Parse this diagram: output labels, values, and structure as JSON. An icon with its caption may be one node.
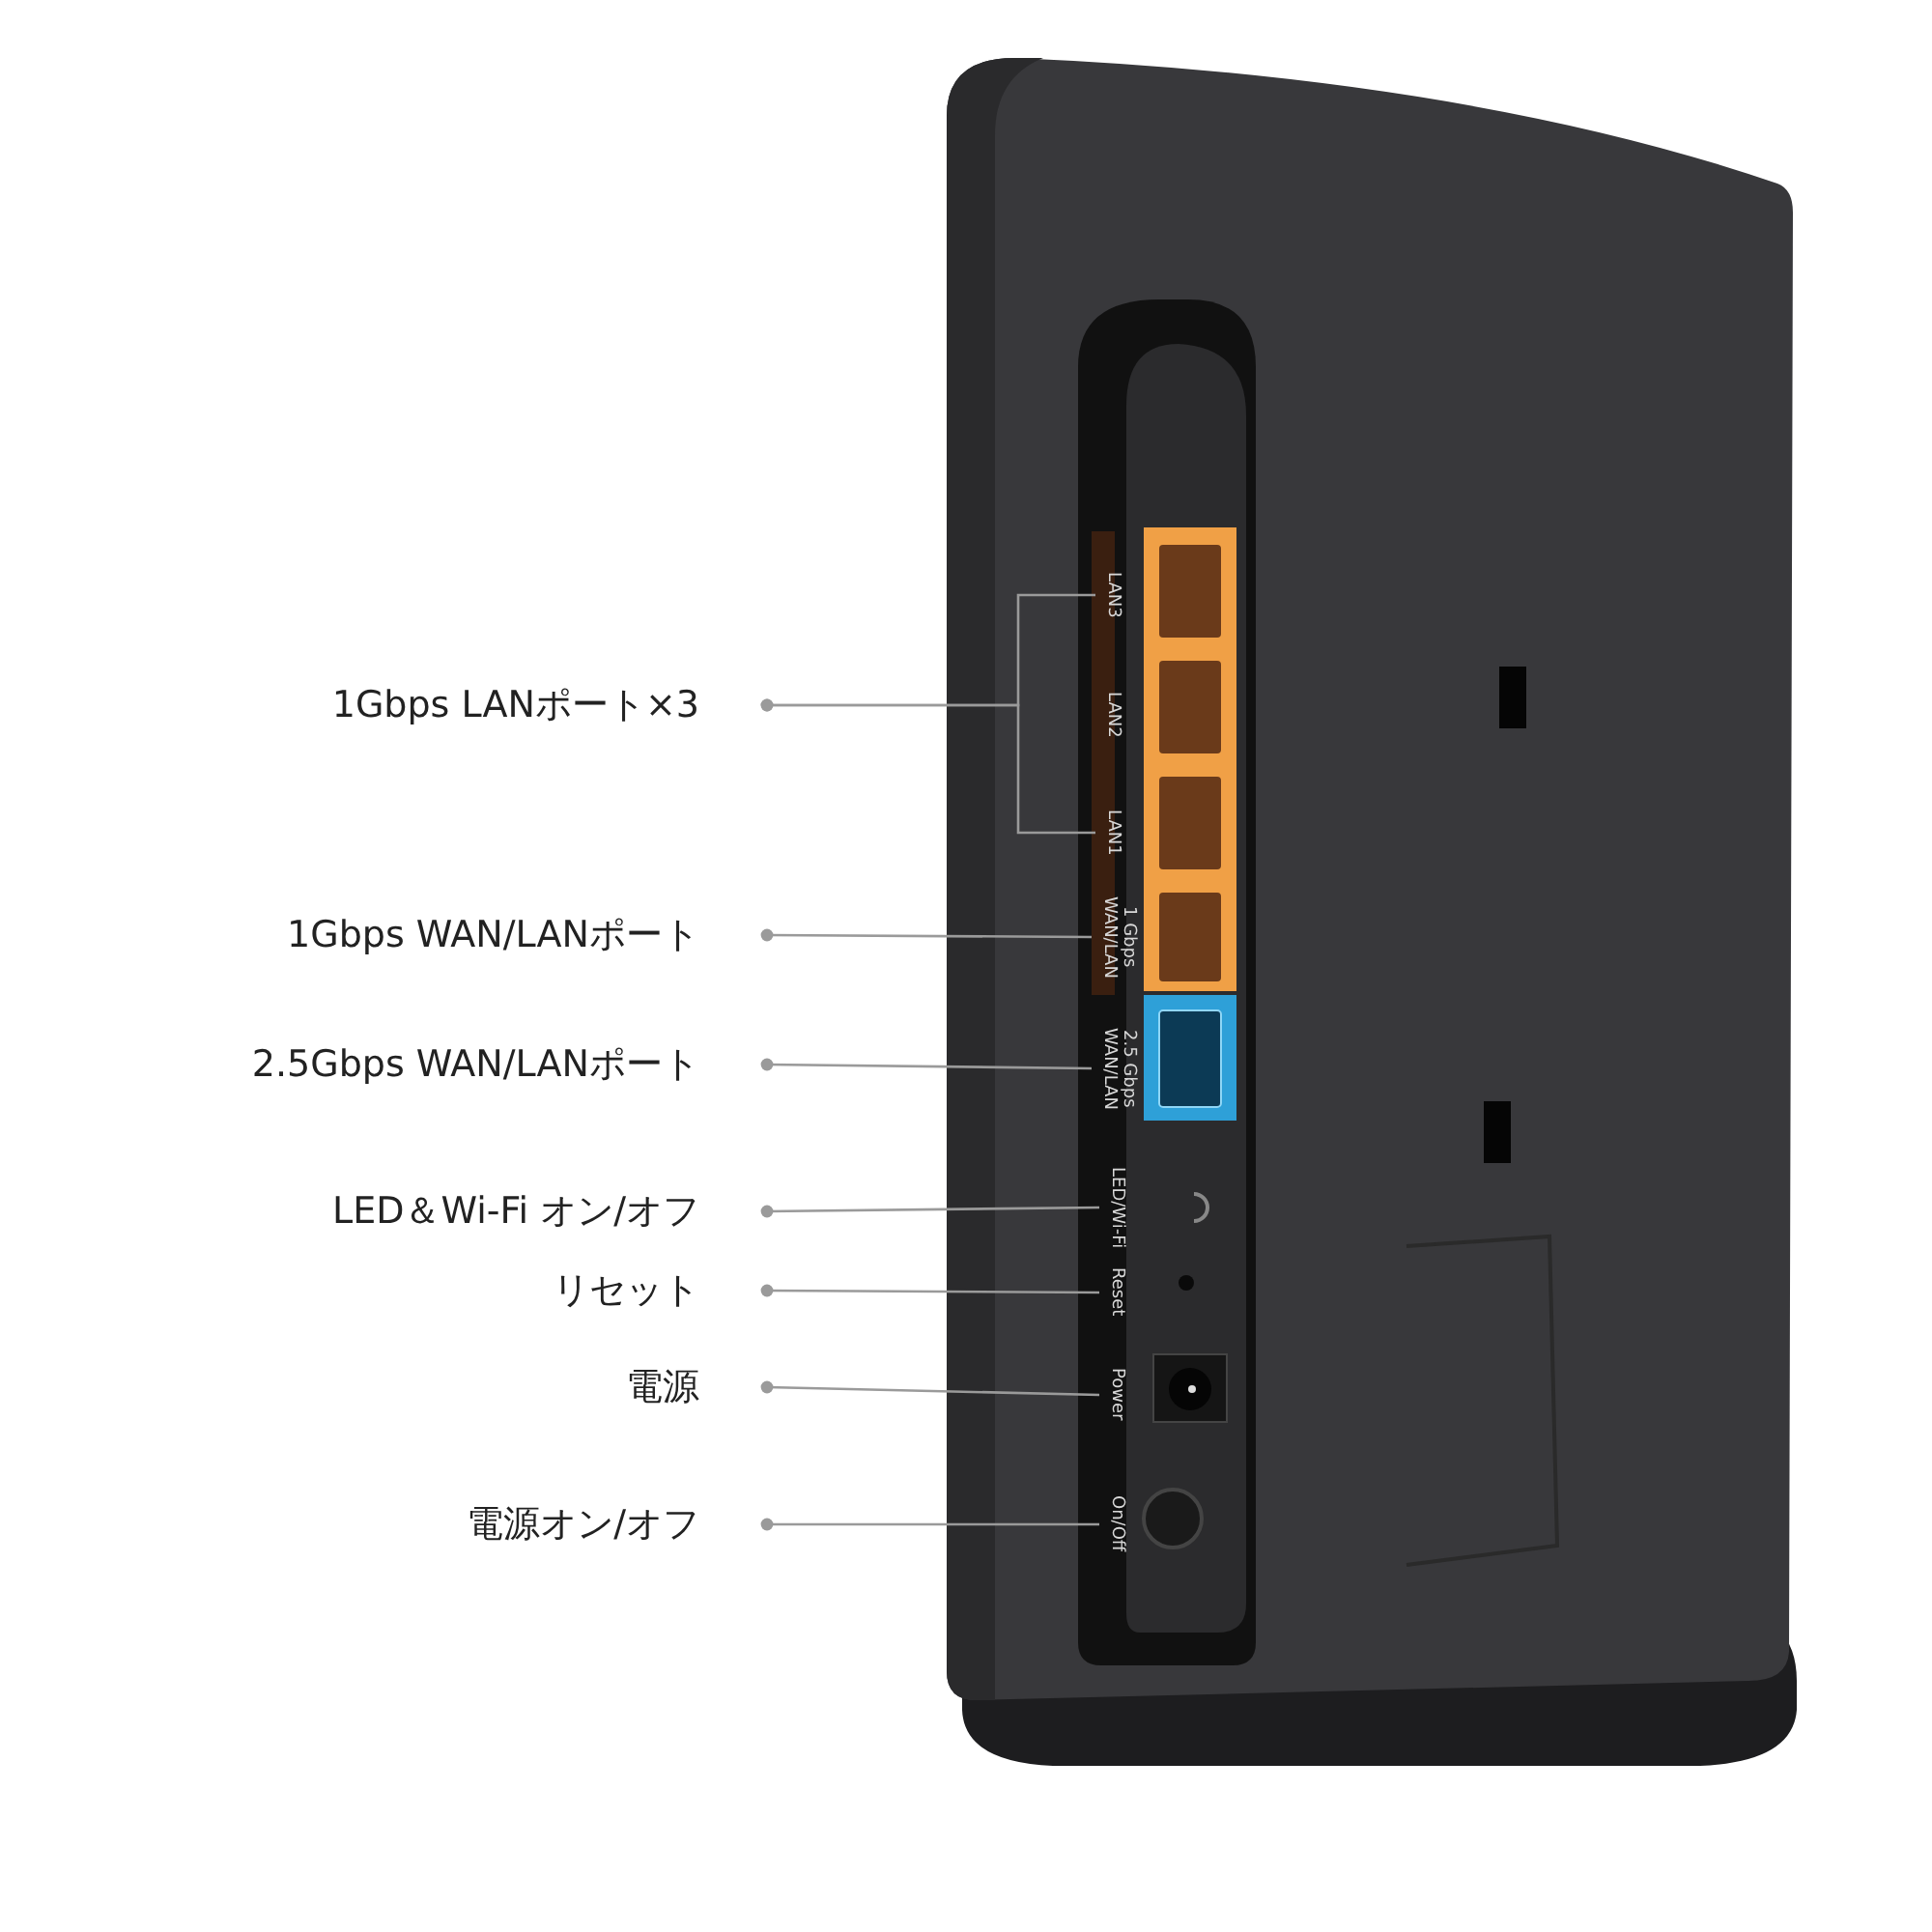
{
  "diagram": {
    "nodes": [
      {
        "text": [
          "1Gbps LANポート×3"
        ]
      },
      {
        "text": [
          "1Gbps WAN/LANポート"
        ]
      },
      {
        "text": [
          "2.5Gbps WAN/LANポート"
        ]
      },
      {
        "text": [
          "LED＆Wi-Fi オン/オフ"
        ]
      },
      {
        "text": [
          "リセット"
        ]
      },
      {
        "text": [
          "電源"
        ]
      },
      {
        "text": [
          "電源オン/オフ"
        ]
      },
      {
        "text": [
          "LAN3"
        ]
      },
      {
        "text": [
          "LAN1"
        ]
      },
      {
        "text": [
          "1 Gbps WAN/LAN"
        ]
      },
      {
        "text": [
          "2.5 Gbps WAN/LAN"
        ]
      },
      {
        "text": [
          "LED/Wi-Fi"
        ]
      },
      {
        "text": [
          "Reset"
        ]
      },
      {
        "text": [
          "Power"
        ]
      },
      {
        "text": [
          "On/Off"
        ]
      }
    ],
    "edges": [
      {
        "from": 0,
        "to": 7,
        "arrow": "other"
      },
      {
        "from": 0,
        "to": 8,
        "arrow": "other"
      },
      {
        "from": 1,
        "to": 9,
        "arrow": "other"
      },
      {
        "from": 2,
        "to": 10,
        "arrow": "other"
      },
      {
        "from": 3,
        "to": 11,
        "arrow": "other"
      },
      {
        "from": 4,
        "to": 12,
        "arrow": "other"
      },
      {
        "from": 5,
        "to": 13,
        "arrow": "other"
      },
      {
        "from": 6,
        "to": 14,
        "arrow": "other"
      }
    ],
    "labels": [
      "LAN2"
    ]
  }
}
